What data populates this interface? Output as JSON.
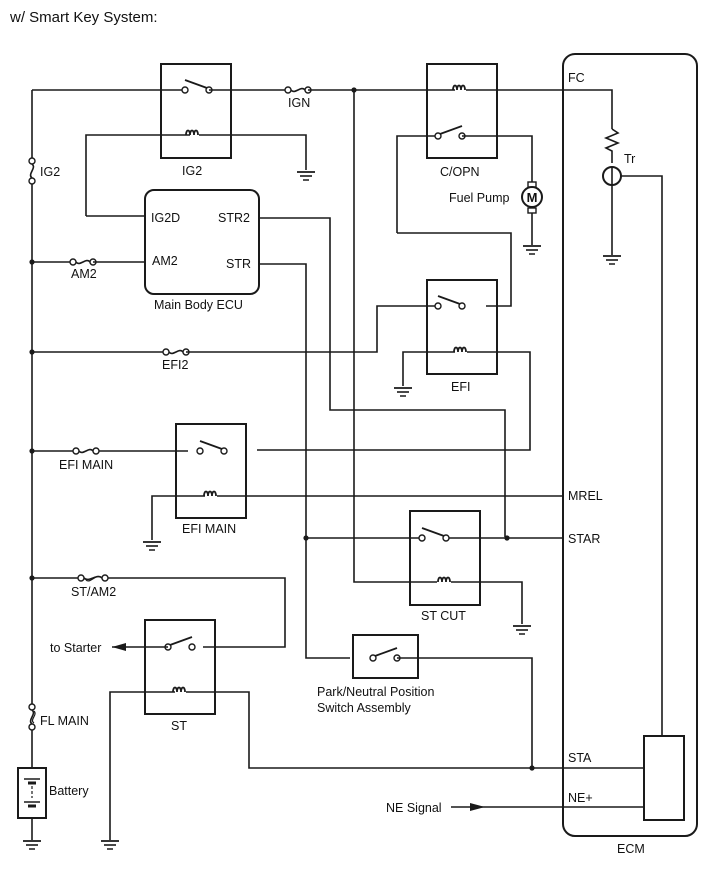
{
  "title": "w/ Smart Key System:",
  "components": {
    "relays": {
      "ig2": "IG2",
      "copn": "C/OPN",
      "efi": "EFI",
      "efi_main": "EFI MAIN",
      "st_cut": "ST CUT",
      "st": "ST"
    },
    "fuses": {
      "ig2": "IG2",
      "ign": "IGN",
      "am2": "AM2",
      "efi2": "EFI2",
      "efi_main": "EFI MAIN",
      "st_am2": "ST/AM2",
      "fl_main": "FL MAIN"
    },
    "main_body_ecu": {
      "label": "Main Body ECU",
      "pins": {
        "ig2d": "IG2D",
        "am2": "AM2",
        "str2": "STR2",
        "str": "STR"
      }
    },
    "ecm": {
      "label": "ECM",
      "pins": {
        "fc": "FC",
        "mrel": "MREL",
        "star": "STAR",
        "sta": "STA",
        "ne_plus": "NE+"
      },
      "transistor": "Tr"
    },
    "fuel_pump": {
      "label": "Fuel Pump",
      "symbol": "M"
    },
    "pnp_switch": {
      "line1": "Park/Neutral Position",
      "line2": "Switch Assembly"
    },
    "battery": "Battery",
    "to_starter": "to Starter",
    "ne_signal": "NE Signal"
  }
}
